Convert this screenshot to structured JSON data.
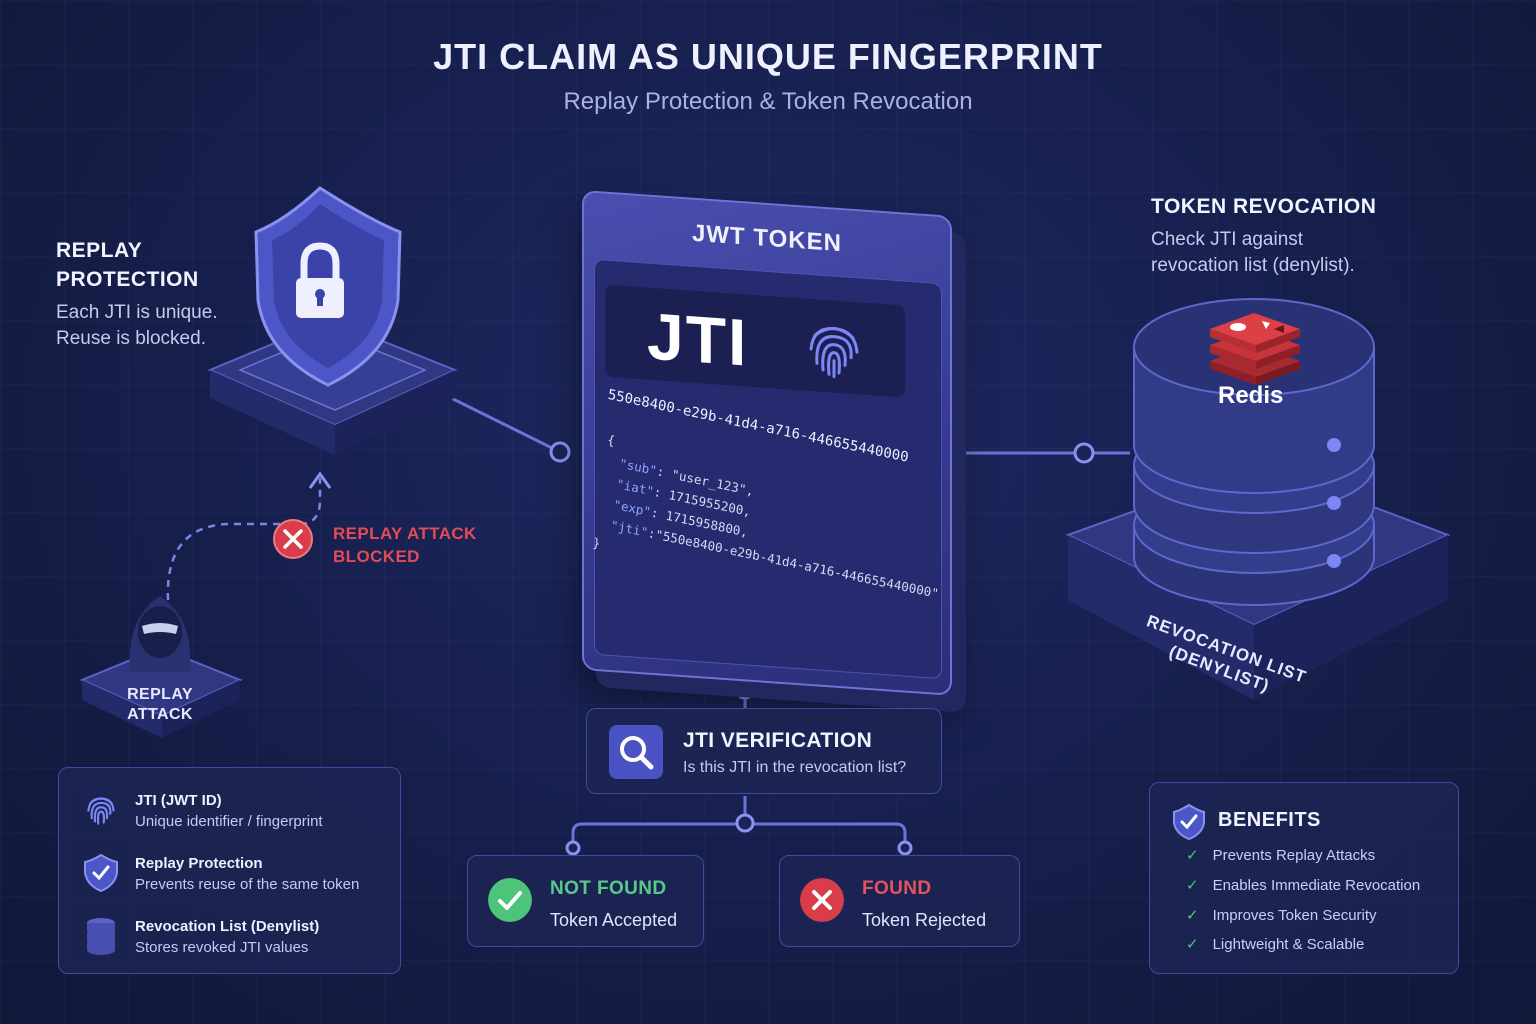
{
  "header": {
    "title": "JTI CLAIM AS UNIQUE FINGERPRINT",
    "subtitle": "Replay Protection & Token Revocation"
  },
  "replay_protection": {
    "heading_line1": "REPLAY",
    "heading_line2": "PROTECTION",
    "desc_line1": "Each JTI is unique.",
    "desc_line2": "Reuse is blocked."
  },
  "replay_attack": {
    "label_line1": "REPLAY",
    "label_line2": "ATTACK",
    "blocked_line1": "REPLAY ATTACK",
    "blocked_line2": "BLOCKED"
  },
  "jwt_token": {
    "title": "JWT TOKEN",
    "jti_label": "JTI",
    "jti_value": "550e8400-e29b-41d4-a716-446655440000",
    "payload": {
      "open": "{",
      "sub_key": "\"sub\"",
      "sub_val": ": \"user_123\",",
      "iat_key": "\"iat\"",
      "iat_val": ": 1715955200,",
      "exp_key": "\"exp\"",
      "exp_val": ": 1715958800,",
      "jti_key": "\"jti\"",
      "jti_val": ":\"550e8400-e29b-41d4-a716-446655440000\"",
      "close": "}"
    }
  },
  "token_revocation": {
    "heading": "TOKEN REVOCATION",
    "desc_line1": "Check JTI against",
    "desc_line2": "revocation list (denylist).",
    "db_name": "Redis",
    "list_line1": "REVOCATION LIST",
    "list_line2": "(DENYLIST)"
  },
  "verification": {
    "title": "JTI VERIFICATION",
    "question": "Is this JTI in the revocation list?"
  },
  "results": {
    "not_found": {
      "title": "NOT FOUND",
      "sub": "Token Accepted"
    },
    "found": {
      "title": "FOUND",
      "sub": "Token Rejected"
    }
  },
  "legend": [
    {
      "icon": "fingerprint-icon",
      "title": "JTI (JWT ID)",
      "sub": "Unique identifier / fingerprint"
    },
    {
      "icon": "shield-check-icon",
      "title": "Replay Protection",
      "sub": "Prevents reuse of the same token"
    },
    {
      "icon": "database-icon",
      "title": "Revocation List (Denylist)",
      "sub": "Stores revoked JTI values"
    }
  ],
  "benefits": {
    "title": "BENEFITS",
    "items": [
      "Prevents Replay Attacks",
      "Enables Immediate Revocation",
      "Improves Token Security",
      "Lightweight & Scalable"
    ]
  },
  "colors": {
    "background": "#17204f",
    "accent": "#5b63d9",
    "success": "#4ec37a",
    "danger": "#e34b57",
    "redis": "#c8343b"
  }
}
